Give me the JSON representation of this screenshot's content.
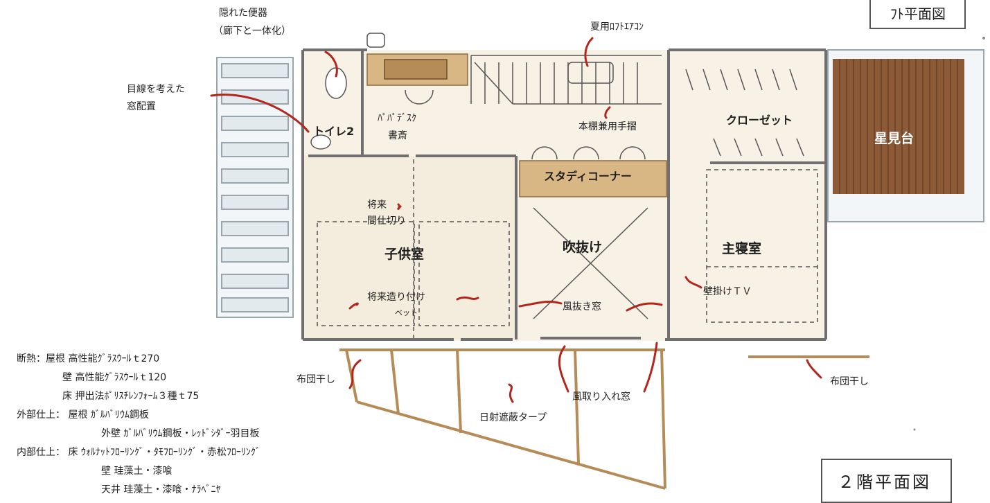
{
  "labels": {
    "hidden_toilet": "隠れた便器",
    "hidden_toilet_sub": "（廊下と一体化）",
    "loft_aircon": "夏用ﾛﾌﾄｴｱｺﾝ",
    "window_layout_1": "目線を考えた",
    "window_layout_2": "窓配置",
    "papa_desk": "ﾊﾟﾊﾟﾃﾞｽｸ",
    "study": "書斎",
    "toilet2": "トイレ2",
    "shelf_handrail": "本棚兼用手摺",
    "closet": "クローゼット",
    "star_deck": "星見台",
    "study_corner": "スタディコーナー",
    "future_partition_1": "将来",
    "future_partition_2": "間仕切り",
    "kids_room": "子供室",
    "atrium": "吹抜け",
    "master_bedroom": "主寝室",
    "wall_tv": "壁掛けＴＶ",
    "future_bed_1": "将来造り付け",
    "future_bed_2": "ベット",
    "wind_window": "風抜き窓",
    "futon_dry_left": "布団干し",
    "futon_dry_right": "布団干し",
    "intake_window": "風取り入れ窓",
    "sun_tarp": "日射遮蔽タープ",
    "title_floor2": "２階平面図",
    "title_top_partial": "ﾌﾄ平面図"
  },
  "specs": {
    "l1": "断熱：屋根  高性能ｸﾞﾗｽｳｰﾙｔ270",
    "l2": "壁    高性能ｸﾞﾗｽｳｰﾙｔ120",
    "l3": "床    押出法ﾎﾟﾘｽﾁﾚﾝﾌｫｰﾑ３種ｔ75",
    "l4": "外部仕上：  屋根 ｶﾞﾙﾊﾞﾘｳﾑ鋼板",
    "l5": "外壁 ｶﾞﾙﾊﾞﾘｳﾑ鋼板・ﾚｯﾄﾞｼﾀﾞｰ羽目板",
    "l6": "内部仕上：  床 ｳｫﾙﾅｯﾄﾌﾛｰﾘﾝｸﾞ・ﾀﾓﾌﾛｰﾘﾝｸﾞ・赤松ﾌﾛｰﾘﾝｸﾞ",
    "l7": "壁 珪藻土・漆喰",
    "l8": "天井 珪藻土・漆喰・ﾅﾗﾍﾞﾆﾔ"
  },
  "colors": {
    "wall": "#6f6f6f",
    "floor": "#f6efe2",
    "wood": "#d9b784",
    "deck": "#8c5a36",
    "leader": "#b3261e",
    "balcony": "#c7a06a"
  }
}
